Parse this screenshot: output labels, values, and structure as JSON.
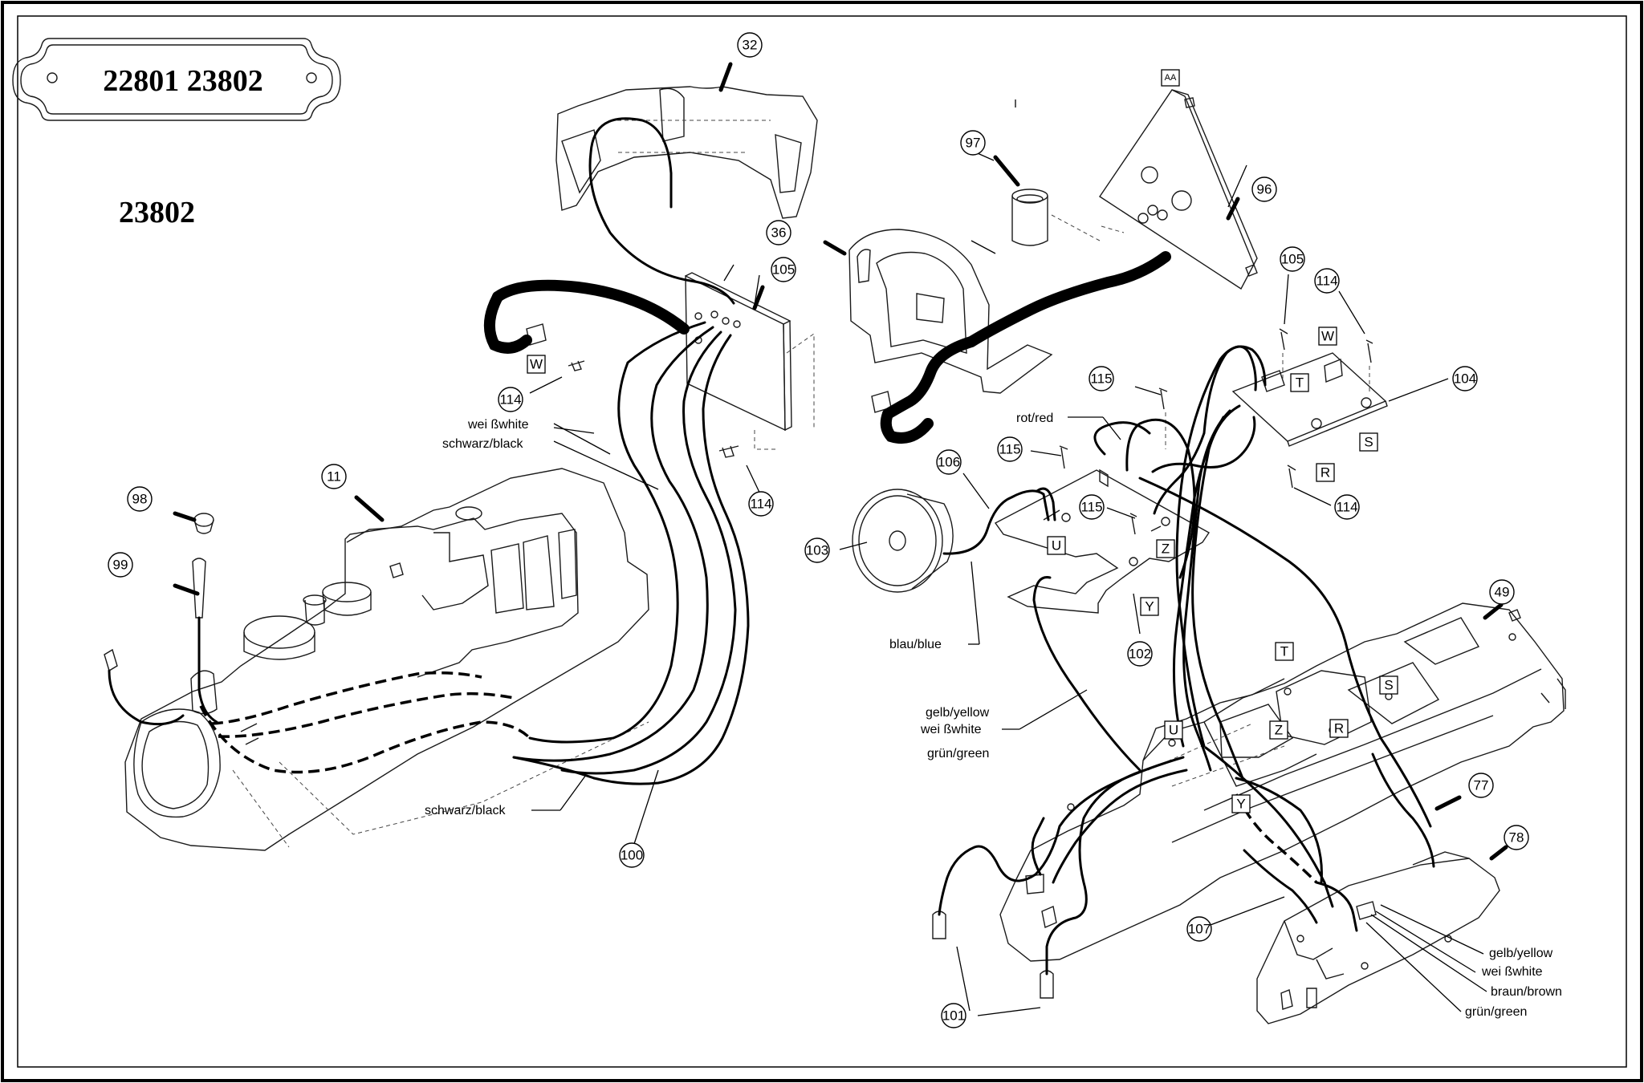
{
  "plaque": {
    "text": "22801 23802"
  },
  "model_heading": "23802",
  "callouts": {
    "c32": "32",
    "c97": "97",
    "c96": "96",
    "c36": "36",
    "c105a": "105",
    "c105b": "105",
    "c114a": "114",
    "c114b": "114",
    "c114c": "114",
    "c114d": "114",
    "c104": "104",
    "c115a": "115",
    "c115b": "115",
    "c115c": "115",
    "c106": "106",
    "c103": "103",
    "c102": "102",
    "c11": "11",
    "c98": "98",
    "c99": "99",
    "c100": "100",
    "c49": "49",
    "c77": "77",
    "c78": "78",
    "c107": "107",
    "c101": "101"
  },
  "connector_letters": {
    "aa": "AA",
    "w_left": "W",
    "w_right": "W",
    "t_board": "T",
    "s_board": "S",
    "r_board": "R",
    "u_board": "U",
    "z_board": "Z",
    "y_board": "Y",
    "t_chassis": "T",
    "s_chassis": "S",
    "u_chassis": "U",
    "z_chassis": "Z",
    "r_chassis": "R",
    "y_chassis": "Y"
  },
  "wire_labels": {
    "weiss_white_left": "wei ßwhite",
    "schwarz_black_upper": "schwarz/black",
    "schwarz_black_lower": "schwarz/black",
    "rot_red": "rot/red",
    "blau_blue": "blau/blue",
    "gelb_yellow_mid": "gelb/yellow",
    "weiss_white_mid": "wei ßwhite",
    "gruen_green_mid": "grün/green",
    "gelb_yellow_right": "gelb/yellow",
    "weiss_white_right": "wei ßwhite",
    "braun_brown_right": "braun/brown",
    "gruen_green_right": "grün/green"
  }
}
